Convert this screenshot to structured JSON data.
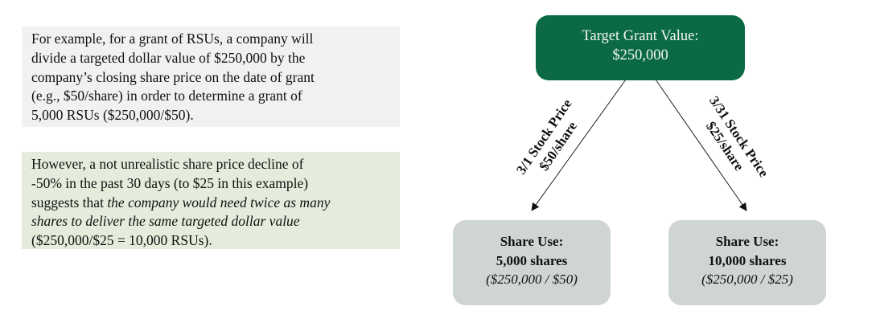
{
  "note_example": {
    "lines": [
      "For example, for a grant of RSUs, a company will",
      "divide a targeted dollar value of $250,000 by the",
      "company’s closing share price on the date of grant",
      "(e.g., $50/share) in order to determine a grant of",
      "5,000 RSUs ($250,000/$50)."
    ]
  },
  "note_however": {
    "line1": "However, a not unrealistic share price decline of",
    "line2": "-50% in the past 30 days (to $25 in this example)",
    "line3_plain": "suggests that ",
    "line3_italic": "the company would need twice as many",
    "line4_italic": "shares to deliver the same targeted dollar value",
    "line5": "($250,000/$25 = 10,000 RSUs)."
  },
  "target": {
    "title": "Target Grant Value:",
    "value": "$250,000"
  },
  "arrow_left": {
    "date": "3/1 Stock Price",
    "price": "$50/share"
  },
  "arrow_right": {
    "date": "3/31 Stock Price",
    "price": "$25/share"
  },
  "result_left": {
    "title": "Share Use:",
    "shares": "5,000 shares",
    "calc": "($250,000 / $50)"
  },
  "result_right": {
    "title": "Share Use:",
    "shares": "10,000 shares",
    "calc": "($250,000 / $25)"
  },
  "colors": {
    "green": "#0b6a45",
    "gray_box": "#cfd5d3",
    "note_gray": "#f1f1f1",
    "note_green": "#e4ecdb"
  }
}
